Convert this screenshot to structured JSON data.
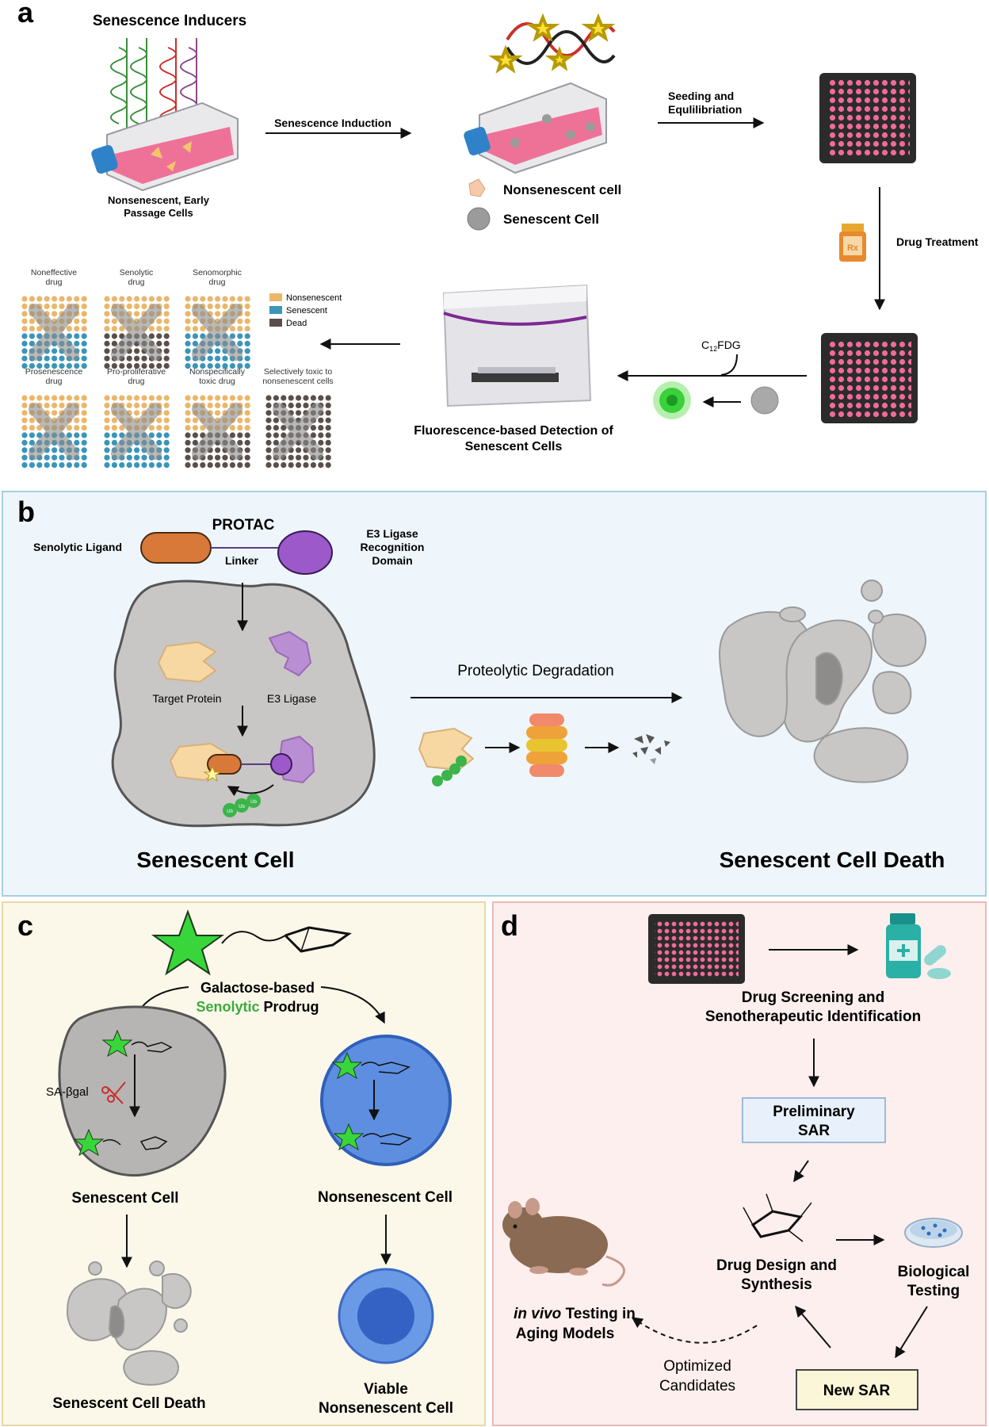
{
  "colors": {
    "panel_b_bg": "#eef6fb",
    "panel_b_border": "#a8cfdf",
    "panel_c_bg": "#fbf8ea",
    "panel_c_border": "#e5d9a8",
    "panel_d_bg": "#fcefee",
    "panel_d_border": "#e8b9b8",
    "plate": "#2b2b2b",
    "well": "#f06a9a",
    "nonsenescent": "#eab76a",
    "senescent": "#3b95b9",
    "dead": "#5a4f4a",
    "ligand": "#d8793a",
    "e3": "#9b59c9",
    "ub": "#3bb44a",
    "galactose_star": "#38d63a",
    "nonsen_cell": "#5e8ee0"
  },
  "panel_a": {
    "letter": "a",
    "inducers_title": "Senescence Inducers",
    "flask1_label_l1": "Nonsenescent, Early",
    "flask1_label_l2": "Passage  Cells",
    "arrow_induction": "Senescence Induction",
    "legend_nonsen_cell": "Nonsenescent cell",
    "legend_sen_cell": "Senescent Cell",
    "seeding_l1": "Seeding and",
    "seeding_l2": "Equlilibriation",
    "drug_treatment": "Drug Treatment",
    "rx": "Rx",
    "c12fdg_main": "C",
    "c12fdg_sub": "12",
    "c12fdg_tail": "FDG",
    "detection_l1": "Fluorescence-based Detection of",
    "detection_l2": "Senescent Cells",
    "grid_legend": [
      "Nonsenescent",
      "Senescent",
      "Dead"
    ],
    "grids": [
      {
        "t1": "Noneffective",
        "t2": "drug"
      },
      {
        "t1": "Senolytic",
        "t2": "drug"
      },
      {
        "t1": "Senomorphic",
        "t2": "drug"
      },
      {
        "t1": "Prosenescence",
        "t2": "drug"
      },
      {
        "t1": "Pro-proliferative",
        "t2": "drug"
      },
      {
        "t1": "Nonspecifically",
        "t2": "toxic drug"
      },
      {
        "t1": "Selectively toxic to",
        "t2": "nonsenescent cells"
      }
    ]
  },
  "panel_b": {
    "letter": "b",
    "protac": "PROTAC",
    "senolytic_ligand": "Senolytic Ligand",
    "linker": "Linker",
    "e3_l1": "E3 Ligase",
    "e3_l2": "Recognition",
    "e3_l3": "Domain",
    "target_protein": "Target Protein",
    "e3_ligase": "E3 Ligase",
    "proteolytic": "Proteolytic Degradation",
    "ub": "Ub",
    "sen_cell": "Senescent Cell",
    "sen_cell_death": "Senescent Cell Death"
  },
  "panel_c": {
    "letter": "c",
    "prodrug_l1": "Galactose-based",
    "prodrug_senolytic": "Senolytic",
    "prodrug_rest": " Prodrug",
    "sabgal": "SA-βgal",
    "sen_cell": "Senescent Cell",
    "nonsen_cell": "Nonsenescent Cell",
    "sen_death": "Senescent Cell Death",
    "viable_l1": "Viable",
    "viable_l2": "Nonsenescent Cell"
  },
  "panel_d": {
    "letter": "d",
    "screening_l1": "Drug Screening and",
    "screening_l2": "Senotherapeutic Identification",
    "prelim_l1": "Preliminary",
    "prelim_l2": "SAR",
    "design_l1": "Drug Design and",
    "design_l2": "Synthesis",
    "bio_l1": "Biological",
    "bio_l2": "Testing",
    "invivo_italic": "in vivo",
    "invivo_rest": " Testing in",
    "invivo_l2": "Aging Models",
    "optimized_l1": "Optimized",
    "optimized_l2": "Candidates",
    "new_sar": "New SAR"
  }
}
